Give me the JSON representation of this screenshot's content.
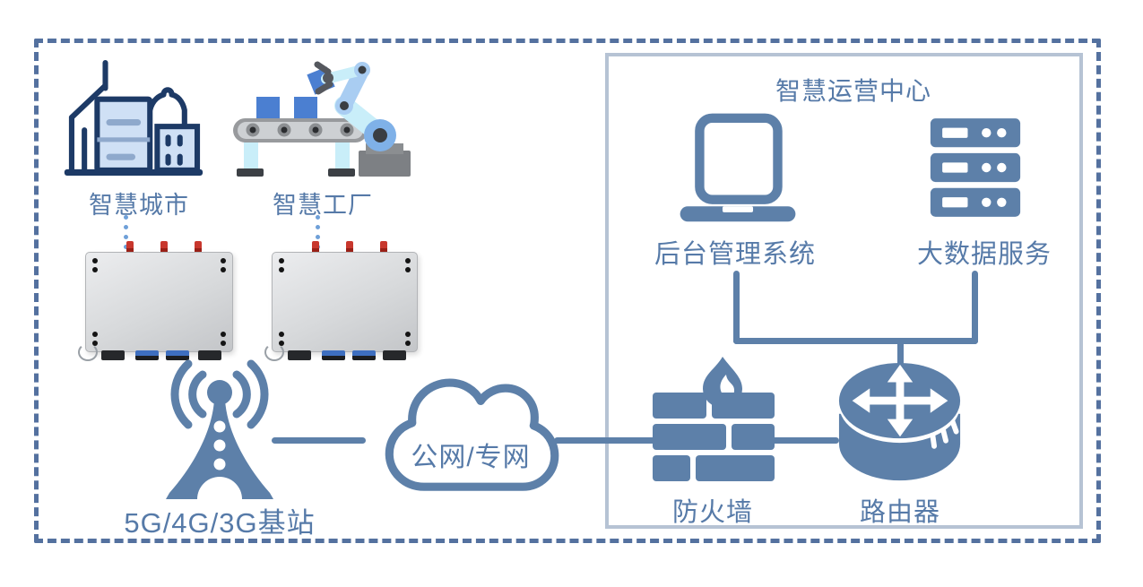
{
  "labels": {
    "smart_city": "智慧城市",
    "smart_factory": "智慧工厂",
    "base_station": "5G/4G/3G基站",
    "cloud": "公网/专网",
    "ops_center_title": "智慧运营中心",
    "management_system": "后台管理系统",
    "big_data_service": "大数据服务",
    "firewall": "防火墙",
    "router": "路由器"
  },
  "icons": {
    "smart_city": "city-buildings-icon",
    "smart_factory": "factory-robot-arm-icon",
    "gateway": "gateway-device-photo",
    "base_station": "signal-tower-icon",
    "cloud": "cloud-outline-icon",
    "management_system": "laptop-icon",
    "big_data_service": "server-stack-icon",
    "firewall": "brick-wall-flame-icon",
    "router": "router-cylinder-arrows-icon"
  },
  "colors": {
    "steel_blue": "#5d80a9",
    "text_blue": "#567aa8",
    "outer_dash": "#54719f",
    "inner_border": "#b6c3d4",
    "dotted_link": "#6fa0d8",
    "city_dark_navy": "#1d3a66",
    "city_light_blue": "#cfe0f5",
    "factory_box_blue": "#4b7fd1",
    "factory_arm_cyan": "#c9eef9",
    "antenna_red": "#c8372d",
    "device_gray": "#d7d9db"
  }
}
